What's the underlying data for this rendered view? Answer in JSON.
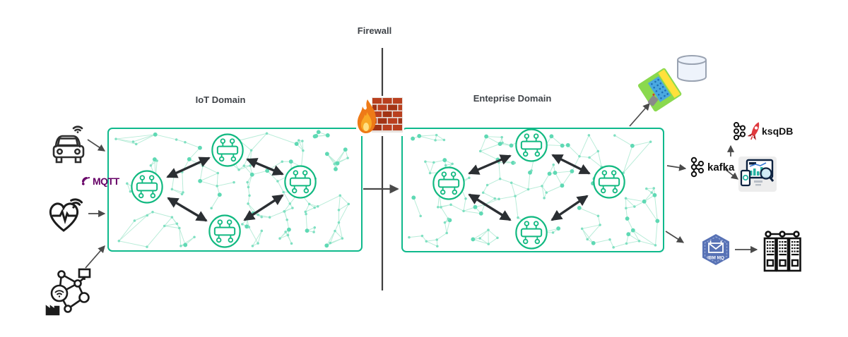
{
  "diagram": {
    "firewall_label": "Firewall",
    "iot_domain_title": "IoT Domain",
    "enterprise_domain_title": "Enteprise Domain",
    "mqtt_label": "MQTT",
    "kafka_label": "kafka",
    "ksqdb_label": "ksqDB",
    "ibm_mq_label": "IBM MQ",
    "iot_broker_count": 4,
    "enterprise_broker_count": 4
  },
  "icons": {
    "connected-car-icon": "car front with wifi signal",
    "health-monitor-icon": "heart with ECG trace and wifi signal",
    "iot-network-icon": "connected device nodes with factory and monitor",
    "mqtt-signal-icon": "MQTT broadcast arcs",
    "firewall-icon": "brick wall with flame",
    "broker-node-icon": "message broker chip inside green circle",
    "data-filter-icon": "tilted green sieve with particle spray",
    "database-icon": "database cylinder",
    "ksqdb-rocket-icon": "gear chain with red rocket",
    "kafka-icon": "Apache Kafka node-link mark",
    "dashboard-icon": "analytics dashboard with magnifier and phone",
    "ibm-mq-icon": "blue hexagon with envelope",
    "server-racks-icon": "three server racks under node link"
  },
  "colors": {
    "domain_border": "#0fb98c",
    "mesh_line": "#b8ecd8",
    "mesh_dot": "#7fe0c2",
    "broker_green": "#12b981",
    "arrow_black": "#2b2f33",
    "arrow_grey": "#4a4a4a",
    "firewall_line": "#3f3f3f",
    "mqtt_purple": "#660066",
    "brick_red": "#b9401f",
    "flame_orange": "#ee7a17",
    "mq_blue": "#5872b5",
    "ksqdb_red": "#e0393e",
    "label_grey": "#3f4348"
  }
}
